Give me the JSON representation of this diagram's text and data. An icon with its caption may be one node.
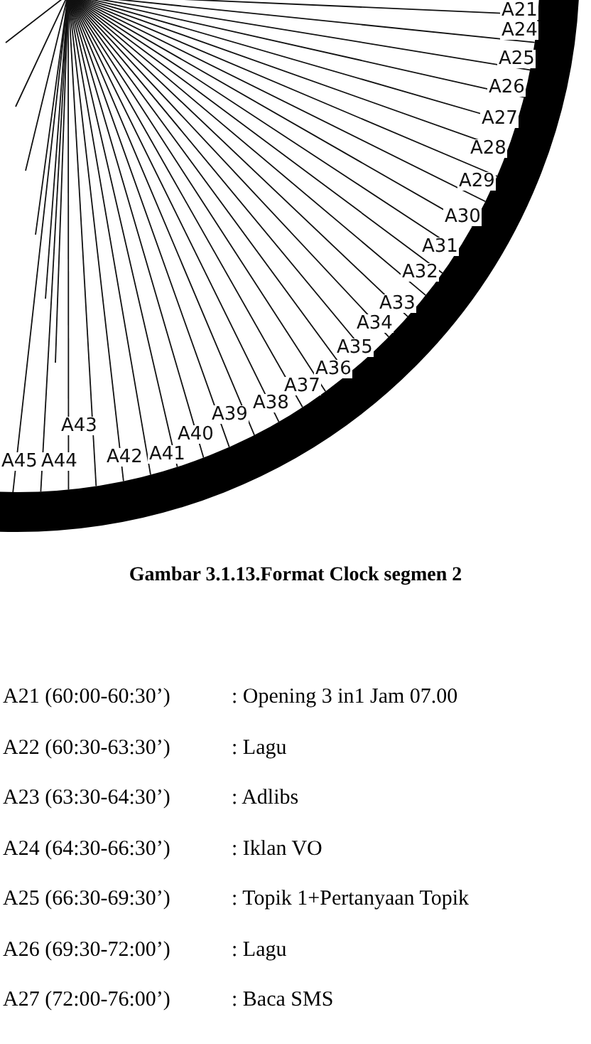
{
  "diagram": {
    "caption": "Gambar 3.1.13.Format Clock segmen 2",
    "labels": [
      "A21",
      "A24",
      "A25",
      "A26",
      "A27",
      "A28",
      "A29",
      "A30",
      "A31",
      "A32",
      "A33",
      "A34",
      "A35",
      "A36",
      "A37",
      "A38",
      "A39",
      "A40",
      "A43",
      "A45",
      "A44",
      "A42",
      "A41",
      "A21 (60:00-60:30’)",
      ": Opening 3 in1 Jam 07.00",
      "A22 (60:30-63:30’)",
      ": Lagu",
      "A23 (63:30-64:30’)",
      ": Adlibs",
      "A24 (64:30-66:30’)",
      ": Iklan VO",
      "A25 (66:30-69:30’)",
      ": Topik 1+Pertanyaan Topik",
      "A26 (69:30-72:00’)",
      ": Lagu",
      "A27 (72:00-76:00’)",
      ": Baca SMS"
    ]
  }
}
